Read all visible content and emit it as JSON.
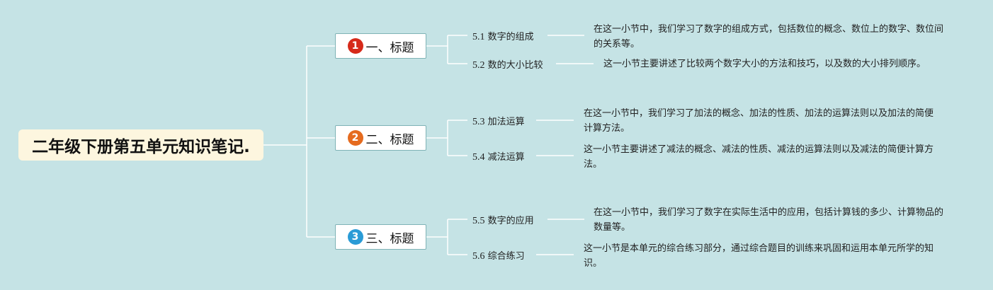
{
  "root": {
    "title": "二年级下册第五单元知识笔记."
  },
  "colors": {
    "background": "#c5e3e5",
    "line": "#ffffff",
    "badge1": "#d62a1a",
    "badge2": "#e56b1f",
    "badge3": "#2a9bd6"
  },
  "branches": [
    {
      "badge": "1",
      "label": "一、标题",
      "items": [
        {
          "num": "5.1",
          "label": "数字的组成",
          "desc": "在这一小节中，我们学习了数字的组成方式，包括数位的概念、数位上的数字、数位间的关系等。"
        },
        {
          "num": "5.2",
          "label": "数的大小比较",
          "desc": "这一小节主要讲述了比较两个数字大小的方法和技巧，以及数的大小排列顺序。"
        }
      ]
    },
    {
      "badge": "2",
      "label": "二、标题",
      "items": [
        {
          "num": "5.3",
          "label": "加法运算",
          "desc": "在这一小节中，我们学习了加法的概念、加法的性质、加法的运算法则以及加法的简便计算方法。"
        },
        {
          "num": "5.4",
          "label": "减法运算",
          "desc": "这一小节主要讲述了减法的概念、减法的性质、减法的运算法则以及减法的简便计算方法。"
        }
      ]
    },
    {
      "badge": "3",
      "label": "三、标题",
      "items": [
        {
          "num": "5.5",
          "label": "数字的应用",
          "desc": "在这一小节中，我们学习了数字在实际生活中的应用，包括计算钱的多少、计算物品的数量等。"
        },
        {
          "num": "5.6",
          "label": "综合练习",
          "desc": "这一小节是本单元的综合练习部分，通过综合题目的训练来巩固和运用本单元所学的知识。"
        }
      ]
    }
  ]
}
